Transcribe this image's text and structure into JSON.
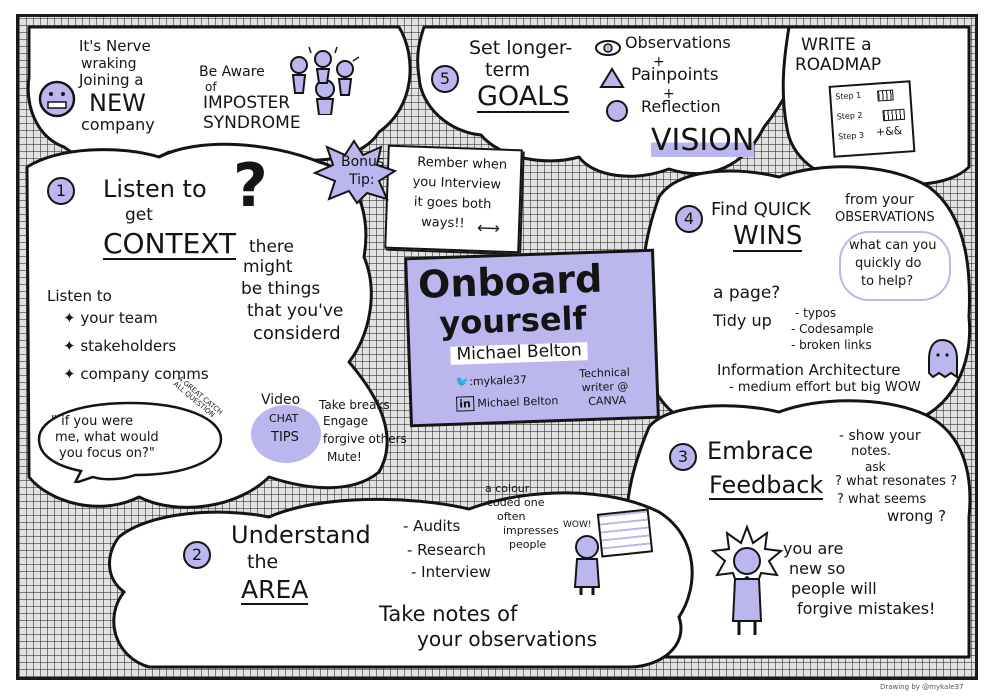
{
  "intro": {
    "nerve_line1": "It's Nerve",
    "nerve_line2": "wraking",
    "nerve_line3": "Joining a",
    "nerve_line4": "NEW",
    "nerve_line5": "company",
    "imposter_line1": "Be Aware",
    "imposter_line2": "of",
    "imposter_line3": "IMPOSTER",
    "imposter_line4": "SYNDROME"
  },
  "goals": {
    "number": "5",
    "title_line1": "Set longer-",
    "title_line2": "term",
    "title_line3": "GOALS",
    "item1": "Observations",
    "plus1": "+",
    "item2": "Painpoints",
    "plus2": "+",
    "item3": "Reflection",
    "vision": "VISION",
    "roadmap_line1": "WRITE a",
    "roadmap_line2": "ROADMAP",
    "step1": "Step 1",
    "step2": "Step 2",
    "step3": "Step 3",
    "step3_extra": "+&&"
  },
  "bonus": {
    "badge_line1": "Bonus",
    "badge_line2": "Tip:",
    "text_line1": "Rember when",
    "text_line2": "you Interview",
    "text_line3": "it goes both",
    "text_line4": "ways!!"
  },
  "context": {
    "number": "1",
    "title_line1": "Listen to",
    "title_line2": "get",
    "title_line3": "CONTEXT",
    "question_mark": "?",
    "aside_line1": "there",
    "aside_line2": "might",
    "aside_line3": "be things",
    "aside_line4": "that you've",
    "aside_line5": "considerd",
    "listen_header": "Listen to",
    "listen_items": [
      "your team",
      "stakeholders",
      "company comms"
    ],
    "quote_line1": "\" if you were",
    "quote_line2": "me, what would",
    "quote_line3": "you focus on?\"",
    "quote_note": "A GREAT CATCH ALL QUESTION"
  },
  "video": {
    "label_line1": "Video",
    "label_line2": "CHAT",
    "label_line3": "TIPS",
    "tips": [
      "Take breaks",
      "Engage",
      "forgive others",
      "Mute!"
    ]
  },
  "title": {
    "line1": "Onboard",
    "line2": "yourself",
    "author": "Michael Belton",
    "twitter": ":mykale37",
    "linkedin": "Michael Belton",
    "role_line1": "Technical",
    "role_line2": "writer @",
    "role_line3": "CANVA"
  },
  "quickwins": {
    "number": "4",
    "title_line1": "Find QUICK",
    "title_line2": "WINS",
    "obs_line1": "from your",
    "obs_line2": "OBSERVATIONS",
    "help_line1": "what can you",
    "help_line2": "quickly do",
    "help_line3": "to help?",
    "a_page": "a page?",
    "tidy_up": "Tidy up",
    "tidy_items": [
      "- typos",
      "- Codesample",
      "- broken links"
    ],
    "ia_line1": "Information Architecture",
    "ia_line2": "- medium effort but big WOW"
  },
  "feedback": {
    "number": "3",
    "title_line1": "Embrace",
    "title_line2": "Feedback",
    "notes_line1": "- show your",
    "notes_line2": "notes.",
    "q_ask": "ask",
    "q1": "? what resonates ?",
    "q2": "? what seems",
    "q3": "wrong ?",
    "forgive_line1": "you are",
    "forgive_line2": "new so",
    "forgive_line3": "people will",
    "forgive_line4": "forgive mistakes!"
  },
  "area": {
    "number": "2",
    "title_line1": "Understand",
    "title_line2": "the",
    "title_line3": "AREA",
    "items": [
      "- Audits",
      "- Research",
      "- Interview"
    ],
    "colour_line1": "a colour",
    "colour_line2": "coded one",
    "colour_line3": "often",
    "colour_line4": "impresses",
    "colour_line5": "people",
    "wow": "WOW!",
    "notes_line1": "Take notes of",
    "notes_line2": "your observations"
  },
  "credit": "Drawing by @mykale37",
  "colors": {
    "accent_purple": "#bcb6ef",
    "ink": "#141414",
    "grid_bg": "#e2e2e2"
  }
}
